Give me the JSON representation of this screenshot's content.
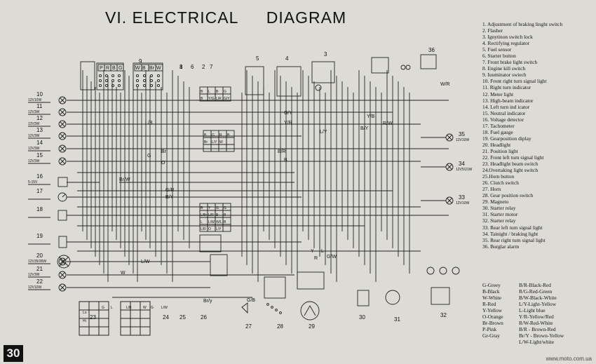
{
  "title": {
    "part1": "VI. ELECTRICAL",
    "part2": "DIAGRAM"
  },
  "page_number": "30",
  "watermark": "www.moto.com.ua",
  "legend": [
    "1. Adjustment of braking linght switch",
    "2. Flasher",
    "3. Ignytinon switch lock",
    "4. Rectifying regulator",
    "5. Fuel sensor",
    "6. Starter button",
    "7. Front brake light switch",
    "8. Engine kill switch",
    "9. Iuuminator swiech",
    "10. Front right turn signal light",
    "11. Right turn indicator",
    "12. Meter light",
    "13. High-beam indicator",
    "14. Left turn ind icator",
    "15. Neutral indicator",
    "16. Voltage detector",
    "17. Tachometer",
    "18. Fuel gauge",
    "19. Gearposition diplay",
    "20. Headlight",
    "21. Position light",
    "22. Front left turn signal light",
    "23. Headlight beam switch",
    "24.Overtaking light switch",
    "25.Horn button",
    "26. Clutch switch",
    "27. Horn",
    "28. Gear position switch",
    "29. Magneto",
    "30. Starter relay",
    "31. Starter motor",
    "32. Starter relay",
    "33. Rear left turn signal light",
    "34. Tainight / braking light",
    "35. Rear right turn signal light",
    "36. Burglar alarm"
  ],
  "colors": [
    [
      "G-Greey",
      "B/R-Black-Red"
    ],
    [
      "B-Black",
      "R/G-Red-Green"
    ],
    [
      "W-White",
      "B/W-Black-White"
    ],
    [
      "R-Red",
      "L/Y-Light-Yellow"
    ],
    [
      "Y-Yellow",
      "L-Light blue"
    ],
    [
      "O-Orange",
      "Y/R-Yellow/Red"
    ],
    [
      "Br-Brown",
      "R/W-Red-White"
    ],
    [
      "P-Pink",
      "B/R - Brown-Red"
    ],
    [
      "Gr-Gray",
      "Br/Y - Brown-Yellow"
    ],
    [
      "",
      "L/W-Light/white"
    ]
  ],
  "left_components": [
    {
      "n": "10",
      "spec": "12V10W"
    },
    {
      "n": "11",
      "spec": "12V3W"
    },
    {
      "n": "12",
      "spec": "12V3W"
    },
    {
      "n": "13",
      "spec": "12V3W"
    },
    {
      "n": "14",
      "spec": "12V3W"
    },
    {
      "n": "15",
      "spec": "12V3W"
    },
    {
      "n": "16",
      "spec": "5-15V"
    },
    {
      "n": "17",
      "spec": ""
    },
    {
      "n": "18",
      "spec": ""
    },
    {
      "n": "19",
      "spec": ""
    },
    {
      "n": "20",
      "spec": "12V35/35W"
    },
    {
      "n": "21",
      "spec": "12V3W"
    },
    {
      "n": "22",
      "spec": "12V10W"
    }
  ],
  "top_components": [
    "1",
    "2",
    "3",
    "4",
    "5",
    "6",
    "7",
    "8",
    "9",
    "36"
  ],
  "bottom_components": [
    "23",
    "24",
    "25",
    "26",
    "27",
    "28",
    "29",
    "30",
    "31",
    "32"
  ],
  "right_components": [
    {
      "n": "35",
      "spec": "12V10W"
    },
    {
      "n": "34",
      "spec": "12V5/21W"
    },
    {
      "n": "33",
      "spec": "12V10W"
    }
  ],
  "wire_labels": [
    "G/Y",
    "Y/R",
    "L/B",
    "B",
    "G",
    "Br",
    "O",
    "B/R",
    "Br/W",
    "G/R",
    "B/Y",
    "L/W",
    "W",
    "L",
    "R",
    "Y",
    "G/W",
    "L/Y",
    "B/Y",
    "Br/y",
    "G/B",
    "W/R",
    "Y/B",
    "R/W"
  ],
  "connector_labels": {
    "switch_header": [
      "P",
      "R",
      "B",
      "G"
    ],
    "switch_header2": [
      "W",
      "B",
      "Br",
      "W"
    ],
    "connector_a": [
      "B",
      "L",
      "B",
      "G",
      "B",
      "Y/G",
      "L/R",
      "G/Y"
    ],
    "connector_b": [
      "B",
      "G",
      "R",
      "B",
      "Br",
      "L/Y",
      "W"
    ],
    "connector_c": [
      "B",
      "Y",
      "G",
      "G",
      "L/Br",
      "L/R",
      "B",
      "P",
      "L",
      "L/W",
      "W/L",
      "B",
      "L/R",
      "O",
      "L/Y"
    ],
    "bottom_switch": [
      "Lo",
      "Hi",
      "G",
      "L",
      "W",
      "G",
      "L/B",
      "L/W"
    ]
  }
}
